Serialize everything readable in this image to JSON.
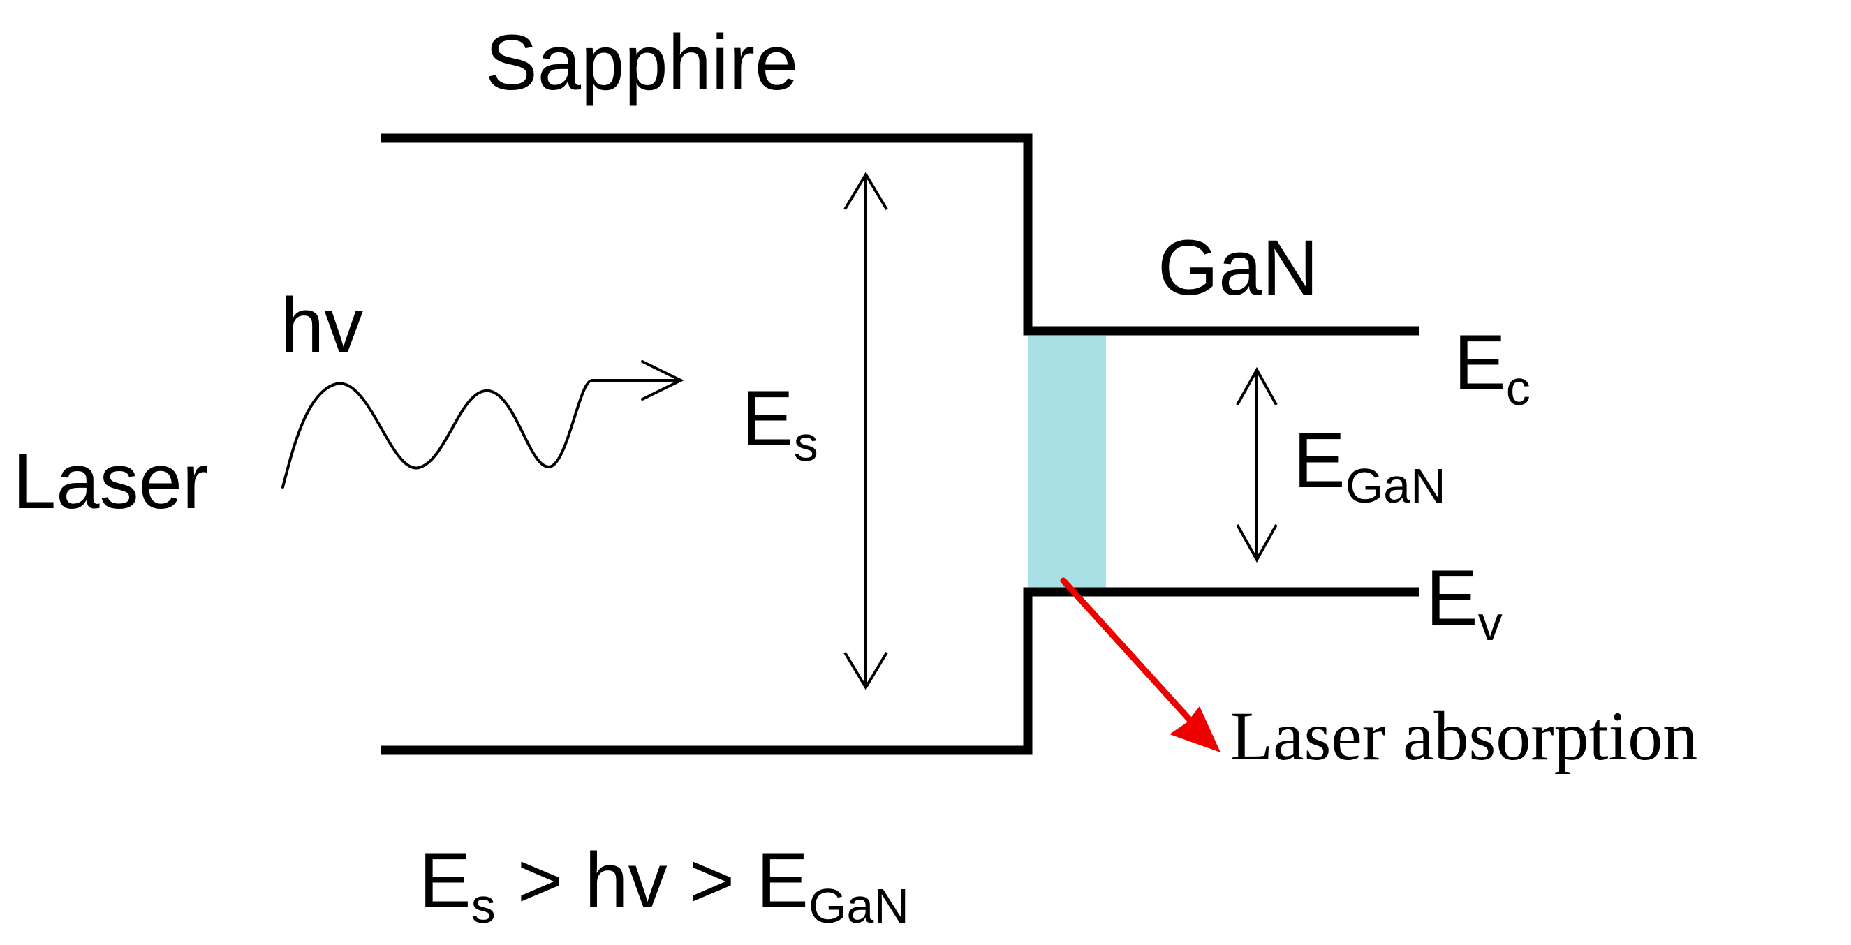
{
  "labels": {
    "sapphire": "Sapphire",
    "gan": "GaN",
    "hv": "hv",
    "laser": "Laser",
    "es_main": "E",
    "es_sub": "s",
    "ec_main": "E",
    "ec_sub": "c",
    "egan_main": "E",
    "egan_sub": "GaN",
    "ev_main": "E",
    "ev_sub": "v",
    "absorption": "Laser absorption",
    "cond_e1": "E",
    "cond_s1": "s",
    "cond_mid": " > hv > ",
    "cond_e2": "E",
    "cond_s2": "GaN"
  },
  "colors": {
    "line": "#000000",
    "absorption_region": "#a8e0e4",
    "absorption_arrow": "#ee0000"
  }
}
